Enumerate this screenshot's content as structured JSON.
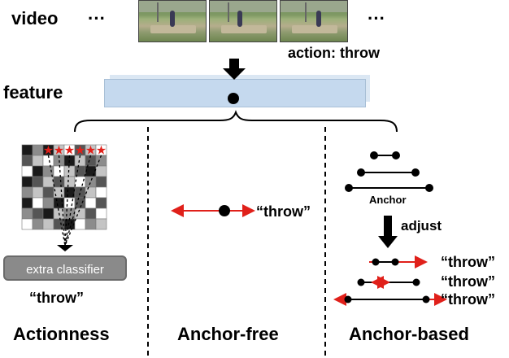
{
  "labels": {
    "video": "video",
    "feature": "feature",
    "action": "action: throw",
    "frames_left_ellipsis": "···",
    "frames_right_ellipsis": "···",
    "anchor": "Anchor",
    "adjust": "adjust",
    "extra_classifier": "extra classifier",
    "throw_actionness": "“throw”",
    "throw_anchor_free": "“throw”",
    "throw_anchor_based_1": "“throw”",
    "throw_anchor_based_2": "“throw”",
    "throw_anchor_based_3": "“throw”"
  },
  "columns": {
    "actionness": "Actionness",
    "anchor_free": "Anchor-free",
    "anchor_based": "Anchor-based"
  },
  "colors": {
    "arrow_red": "#e0201a",
    "feature_bar": "#c5d9ee",
    "classifier": "#8a8a8a"
  },
  "grid": {
    "rows": 8,
    "cols": 8,
    "shades": [
      [
        0,
        2,
        0,
        3,
        4,
        1,
        3,
        4
      ],
      [
        1,
        3,
        4,
        2,
        0,
        3,
        1,
        2
      ],
      [
        4,
        0,
        2,
        4,
        3,
        1,
        0,
        3
      ],
      [
        0,
        1,
        3,
        1,
        3,
        4,
        2,
        1
      ],
      [
        2,
        3,
        1,
        3,
        0,
        1,
        3,
        4
      ],
      [
        0,
        4,
        2,
        0,
        4,
        1,
        4,
        1
      ],
      [
        2,
        1,
        0,
        3,
        2,
        3,
        1,
        4
      ],
      [
        4,
        2,
        3,
        1,
        0,
        4,
        2,
        3
      ]
    ],
    "starred_row": 0,
    "starred_cols": [
      2,
      3,
      4,
      5,
      6,
      7
    ]
  }
}
